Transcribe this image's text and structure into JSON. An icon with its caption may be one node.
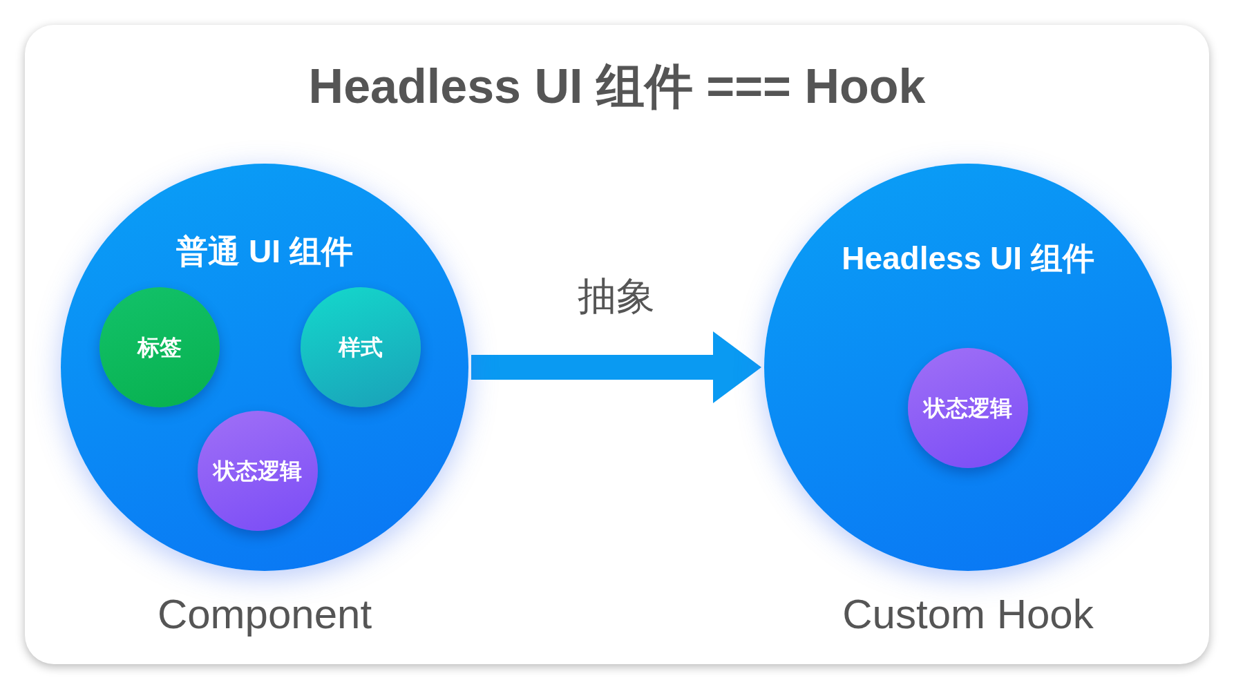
{
  "diagram": {
    "title": "Headless UI 组件 === Hook",
    "nodes": [
      {
        "text": [
          "普通 UI 组件"
        ],
        "beside": [
          "Component"
        ]
      },
      {
        "text": [
          "标签"
        ],
        "in": 0
      },
      {
        "text": [
          "样式"
        ],
        "in": 0
      },
      {
        "text": [
          "状态逻辑"
        ],
        "in": 0
      },
      {
        "text": [
          "Headless UI 组件"
        ],
        "beside": [
          "Custom Hook"
        ]
      },
      {
        "text": [
          "状态逻辑"
        ],
        "in": 4
      }
    ],
    "edges": [
      {
        "from": 0,
        "to": 4,
        "arrow": "to",
        "label": "抽象"
      }
    ]
  }
}
